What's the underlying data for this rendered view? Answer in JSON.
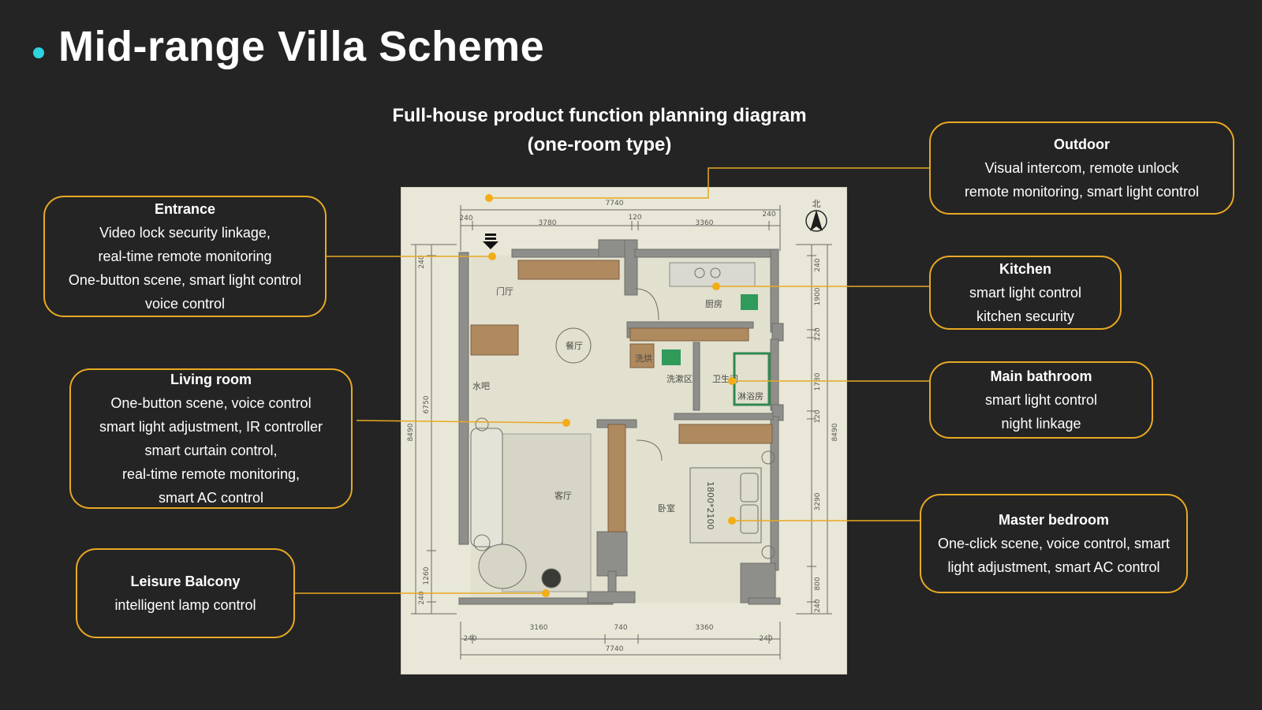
{
  "page": {
    "title": "Mid-range Villa Scheme",
    "subtitle_line1": "Full-house product function planning diagram",
    "subtitle_line2": "(one-room type)"
  },
  "colors": {
    "background": "#242424",
    "accent_dot": "#2fd3e0",
    "callout_border": "#e8a923",
    "anchor": "#f2ad17",
    "plan_paper": "#e9e7d7",
    "wall": "#8e8e8a"
  },
  "callouts": {
    "outdoor": {
      "title": "Outdoor",
      "lines": [
        "Visual intercom, remote unlock",
        "remote monitoring, smart light control"
      ]
    },
    "entrance": {
      "title": "Entrance",
      "lines": [
        "Video lock security linkage,",
        "real-time remote monitoring",
        "One-button scene, smart light control",
        "voice control"
      ]
    },
    "kitchen": {
      "title": "Kitchen",
      "lines": [
        "smart light control",
        "kitchen security"
      ]
    },
    "main_bathroom": {
      "title": "Main bathroom",
      "lines": [
        "smart light control",
        "night linkage"
      ]
    },
    "living_room": {
      "title": "Living room",
      "lines": [
        "One-button scene, voice control",
        "smart light adjustment, IR controller",
        "smart curtain control,",
        "real-time remote monitoring,",
        "smart AC control"
      ]
    },
    "master_bedroom": {
      "title": "Master bedroom",
      "lines": [
        "One-click scene, voice control, smart",
        "light adjustment, smart AC control"
      ]
    },
    "leisure_balcony": {
      "title": "Leisure Balcony",
      "lines": [
        "intelligent lamp control"
      ]
    }
  },
  "floor_plan": {
    "north_label": "北",
    "rooms": {
      "entry": "门厅",
      "dining": "餐厅",
      "kitchen": "厨房",
      "laundry": "洗烘",
      "wash": "洗漱区",
      "toilet": "卫生间",
      "shower": "淋浴房",
      "water_bar": "水吧",
      "living": "客厅",
      "bedroom": "卧室",
      "bed_size": "1800*2100"
    },
    "dimensions": {
      "top_total": "7740",
      "top_segments": [
        "240",
        "3780",
        "120",
        "3360",
        "240"
      ],
      "bottom_total": "7740",
      "bottom_segments": [
        "240",
        "3160",
        "740",
        "3360",
        "240"
      ],
      "left_total": "8490",
      "left_segments": [
        "240",
        "6750",
        "1260",
        "240"
      ],
      "right_total": "8490",
      "right_segments": [
        "240",
        "1900",
        "120",
        "1780",
        "120",
        "3290",
        "800",
        "240"
      ]
    }
  }
}
